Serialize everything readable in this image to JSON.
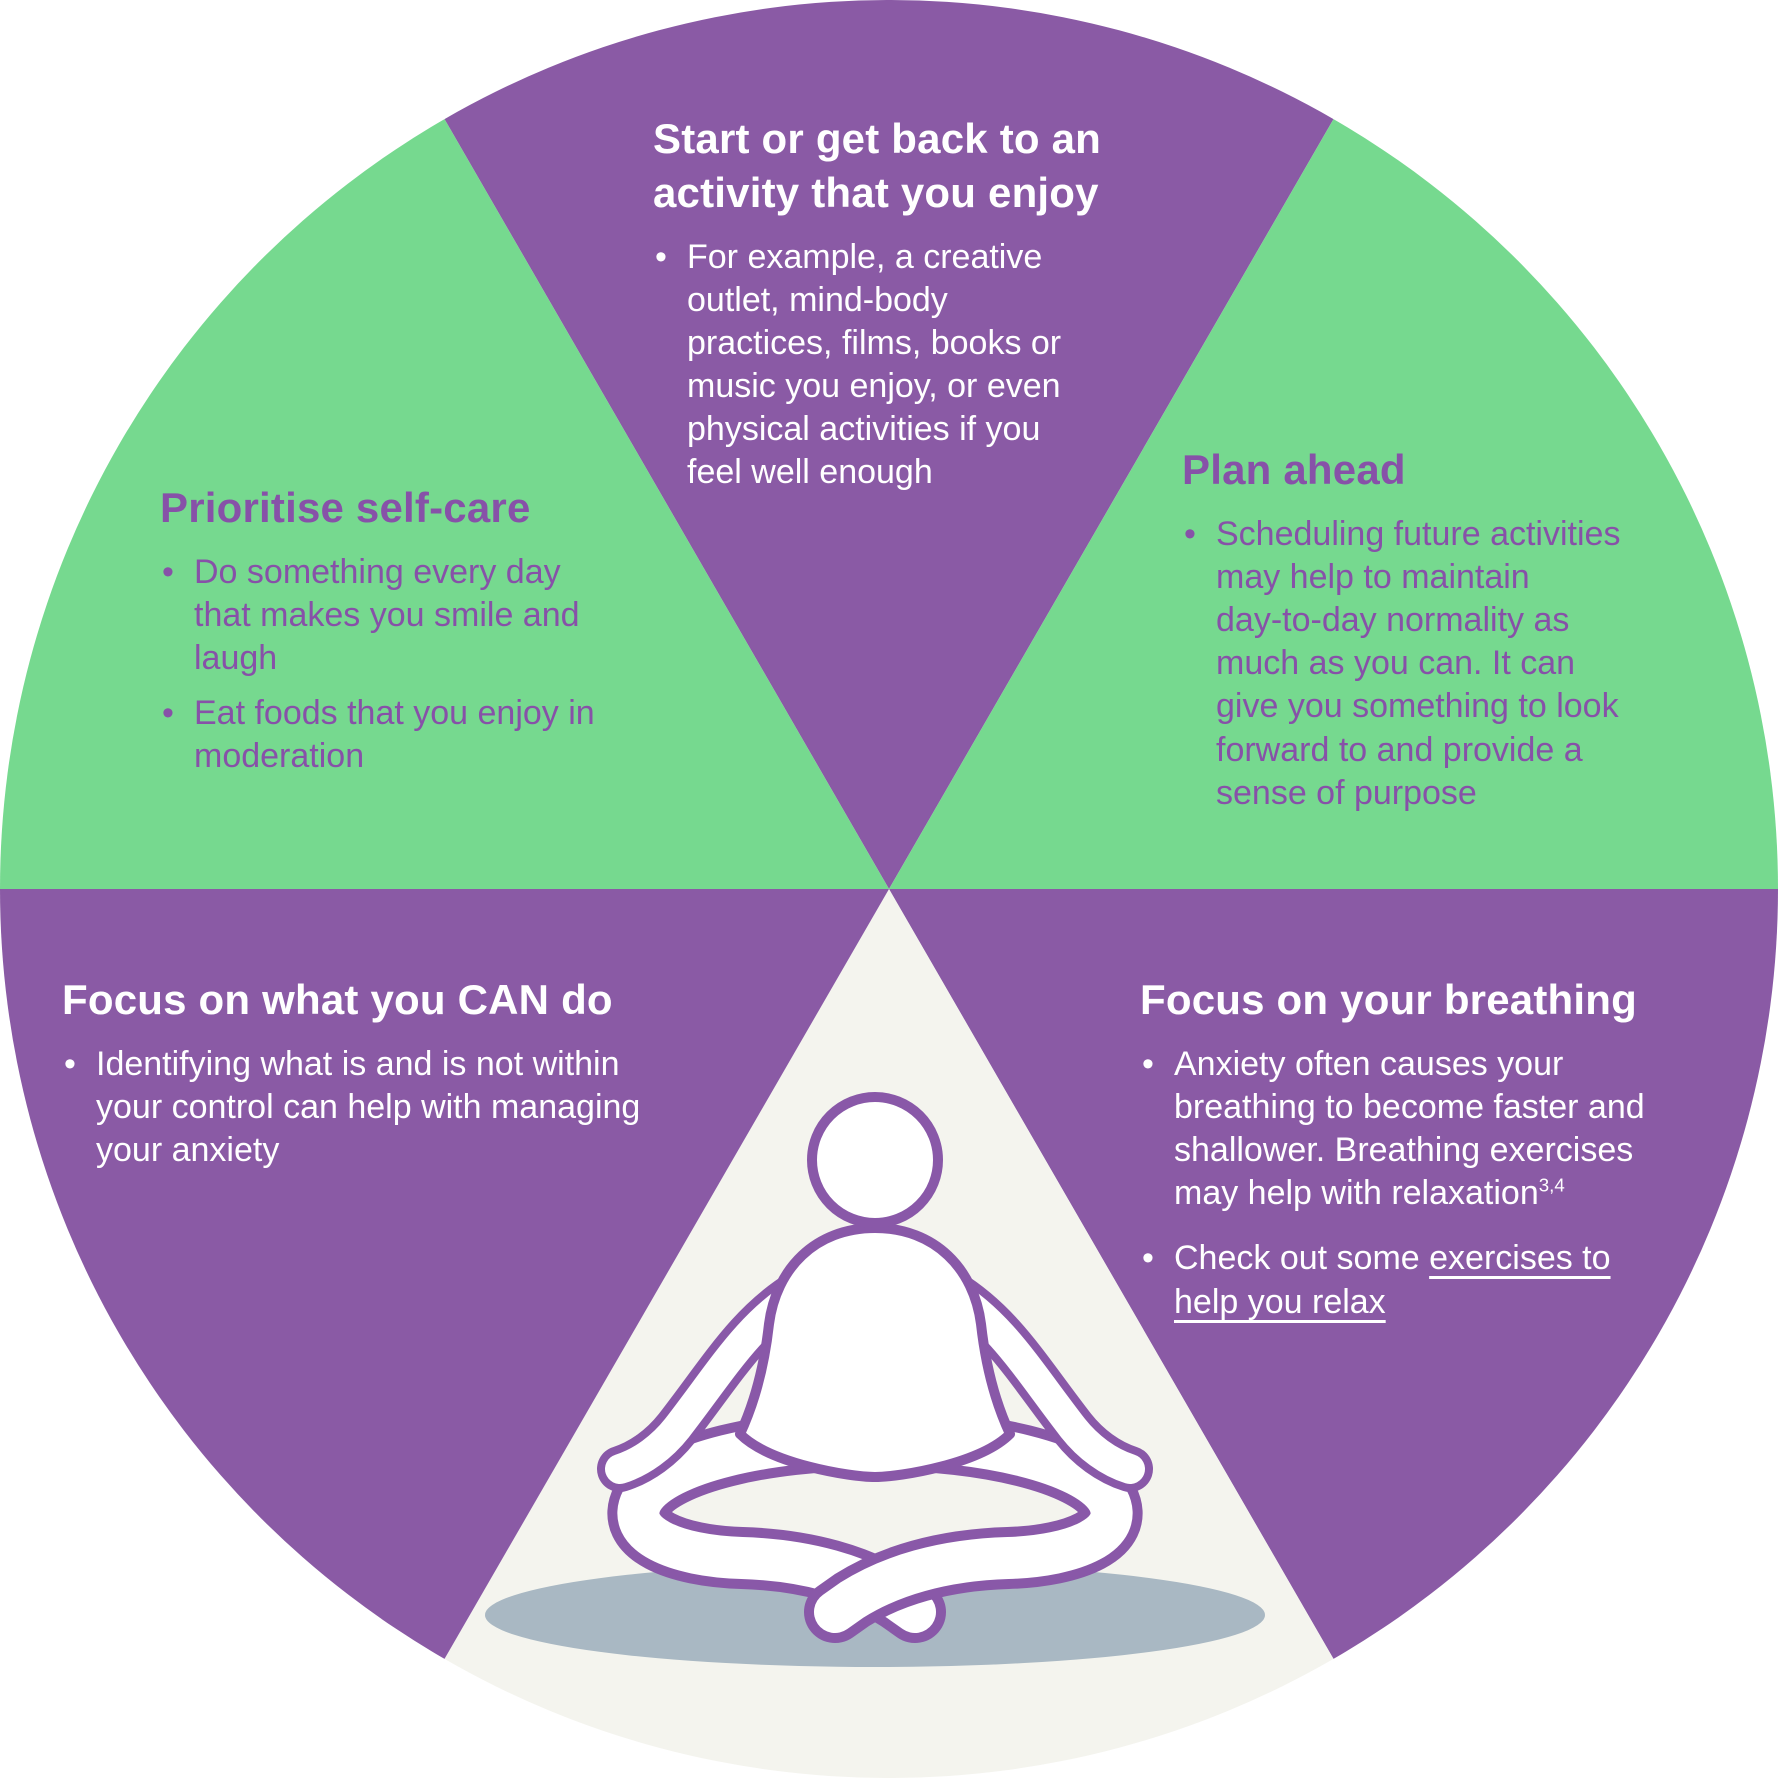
{
  "palette": {
    "segment_purple": "#8a5aa5",
    "segment_green": "#76d98f",
    "center_wedge_offwhite": "#f4f4ee",
    "shadow_gray_blue": "#a9b8c3",
    "figure_outline_purple": "#8958a8",
    "text_on_purple": "#ffffff",
    "text_on_green": "#8751a8"
  },
  "segments": {
    "top": {
      "title": "Start or get back to an\nactivity that you enjoy",
      "bullets": [
        "For example, a creative\noutlet, mind-body\npractices, films, books or\nmusic you enjoy, or even\nphysical activities if you\nfeel well enough"
      ]
    },
    "upper_left": {
      "title": "Prioritise self-care",
      "bullets": [
        "Do something every day\nthat makes you smile and\nlaugh",
        "Eat foods that you enjoy in\nmoderation"
      ]
    },
    "upper_right": {
      "title": "Plan ahead",
      "bullets": [
        "Scheduling future activities\nmay help to maintain\nday-to-day normality as\nmuch as you can. It can\ngive you something to look\nforward to and provide a\nsense of purpose"
      ]
    },
    "lower_left": {
      "title": "Focus on what you CAN do",
      "bullets": [
        "Identifying what is and is not within\nyour control can help with managing\nyour anxiety"
      ]
    },
    "lower_right": {
      "title": "Focus on your breathing",
      "bullet_1": {
        "text": "Anxiety often causes your\nbreathing to become faster and\nshallower. Breathing exercises\nmay help with relaxation",
        "reference_marks": "3,4"
      },
      "bullet_2": {
        "prefix": "Check out some ",
        "link_text": "exercises to\nhelp you relax"
      }
    }
  },
  "center": {
    "icon": "meditating-person"
  }
}
